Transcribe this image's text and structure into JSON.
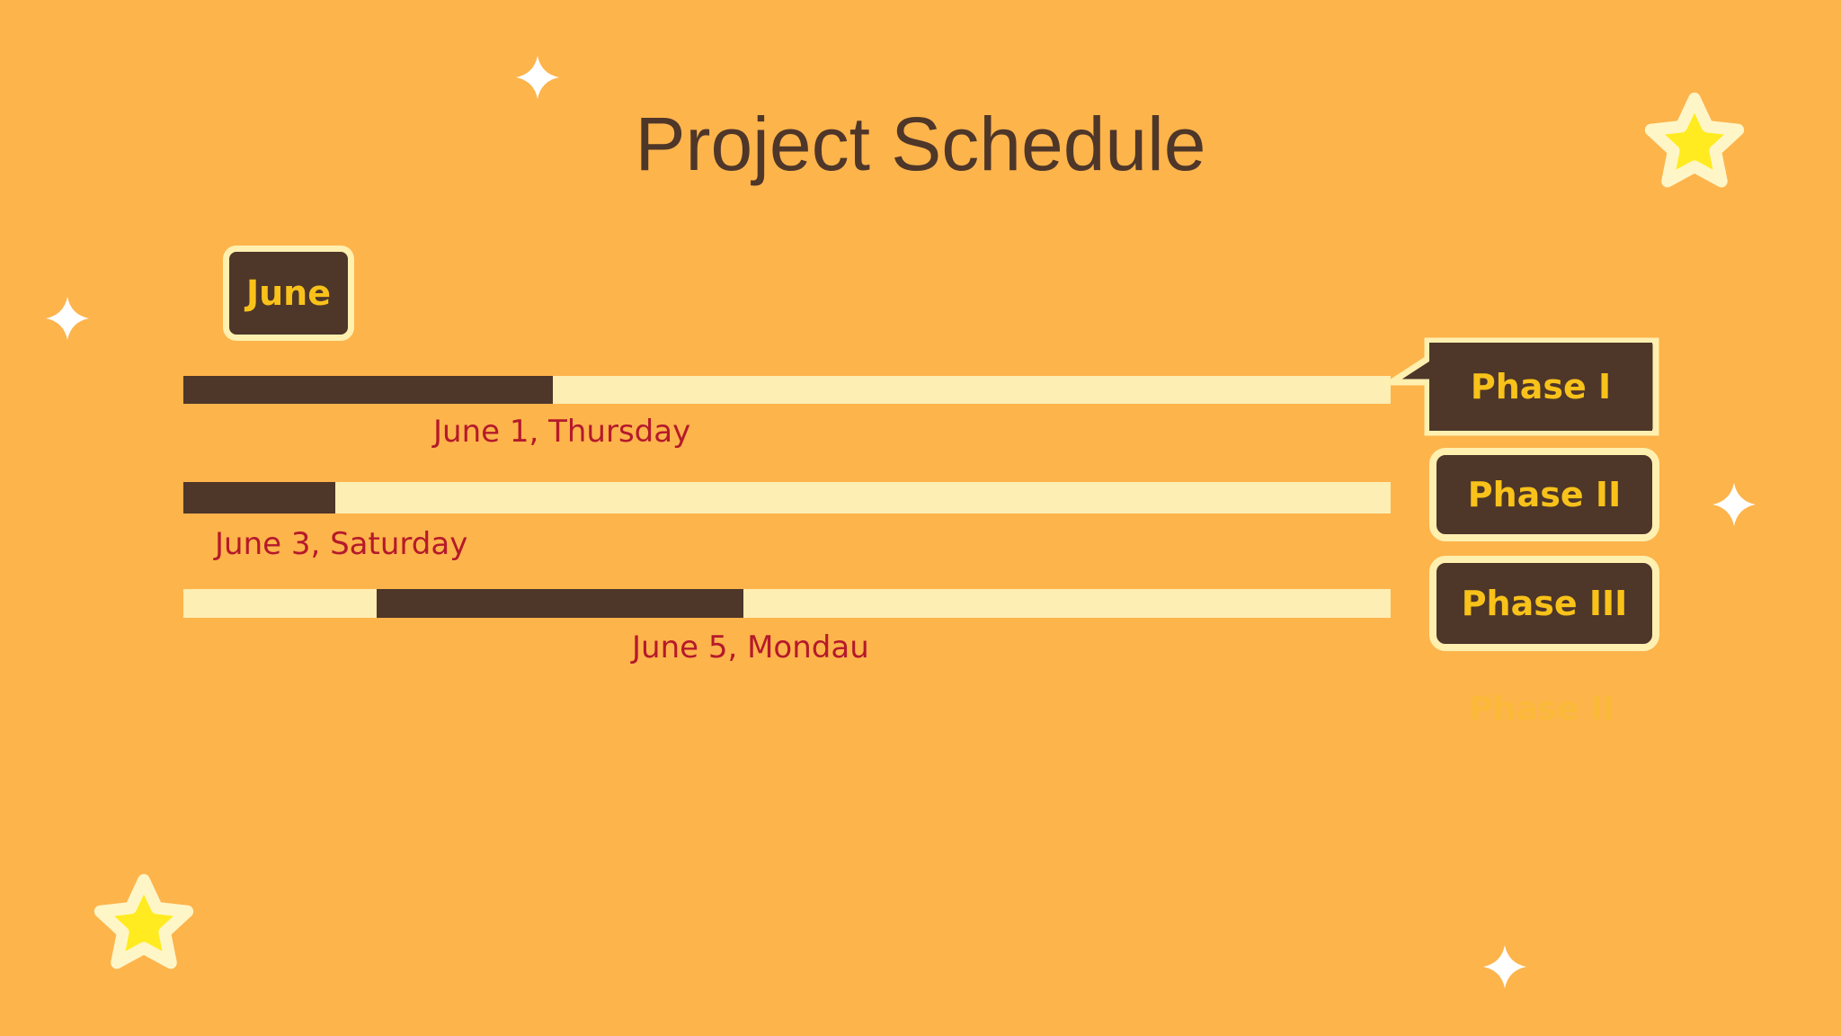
{
  "slide": {
    "title": "Project Schedule",
    "month": "June",
    "rows": [
      {
        "date_label": "June 1, Thursday",
        "phase": "Phase I",
        "progress_start": 0.0,
        "progress_end": 0.306
      },
      {
        "date_label": "June 3, Saturday",
        "phase": "Phase II",
        "progress_start": 0.0,
        "progress_end": 0.126
      },
      {
        "date_label": "June 5, Mondau",
        "phase": "Phase III",
        "progress_start": 0.16,
        "progress_end": 0.464
      }
    ],
    "ghost_label": "Phase II"
  },
  "colors": {
    "background": "#FDB44B",
    "dark": "#4E3629",
    "track": "#FDEEB3",
    "accent": "#F8C21A",
    "date_text": "#B5192B"
  },
  "icons": [
    "sparkle-icon",
    "star-icon"
  ]
}
